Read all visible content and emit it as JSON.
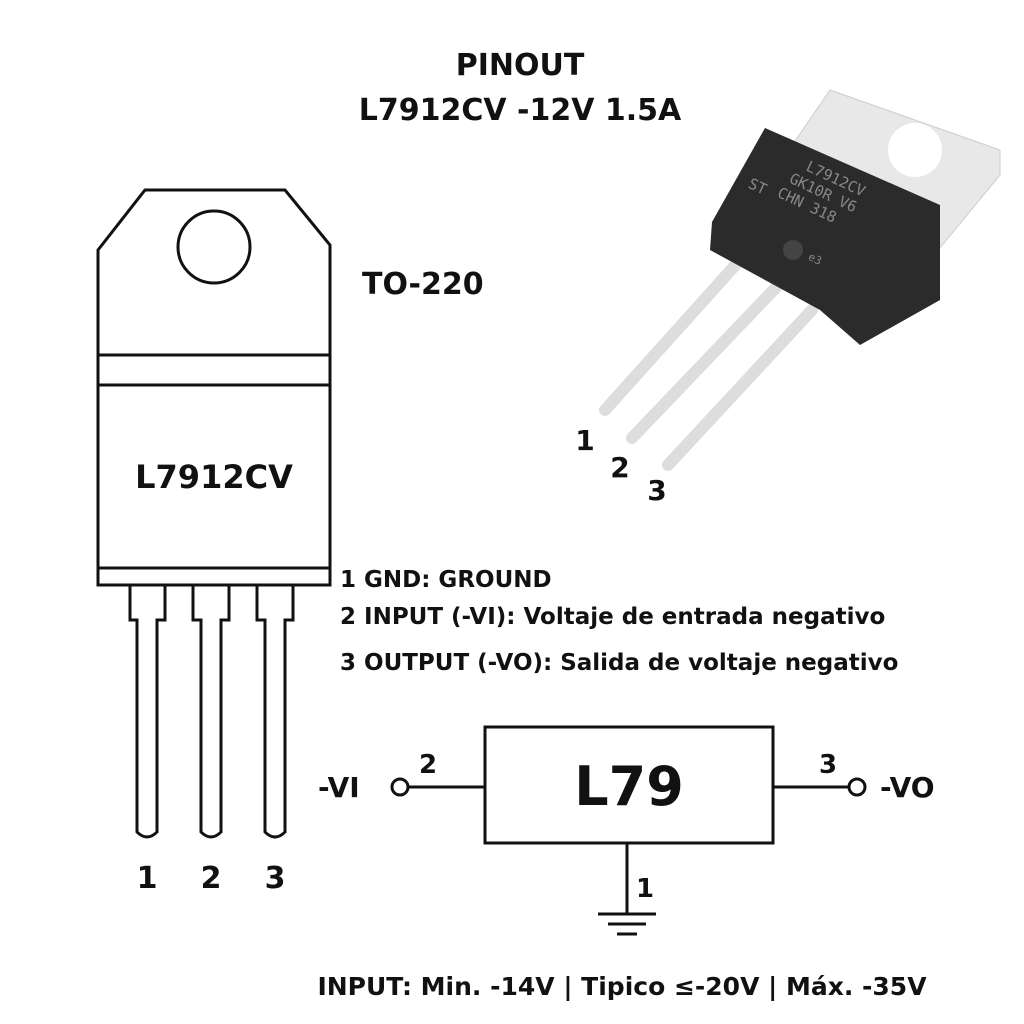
{
  "title": {
    "line1": "PINOUT",
    "line2": "L7912CV  -12V 1.5A"
  },
  "package": {
    "name": "TO-220",
    "body_label": "L7912CV",
    "pin_labels": [
      "1",
      "2",
      "3"
    ]
  },
  "photo": {
    "markings": [
      "L7912CV",
      "GK10R V6",
      "CHN 318",
      "ST",
      "e3"
    ],
    "pin_labels": [
      "1",
      "2",
      "3"
    ]
  },
  "pins": [
    "1 GND: GROUND",
    "2 INPUT (-VI): Voltaje de entrada negativo",
    "3 OUTPUT (-VO): Salida de voltaje negativo"
  ],
  "schematic": {
    "block_label": "L79",
    "input_label": "-VI",
    "input_pin": "2",
    "output_label": "-VO",
    "output_pin": "3",
    "ground_pin": "1"
  },
  "footer": "INPUT: Min. -14V | Tipico ≤-20V | Máx. -35V",
  "colors": {
    "ink": "#111111",
    "tab": "#e6e6e6",
    "body": "#2b2b2b"
  }
}
